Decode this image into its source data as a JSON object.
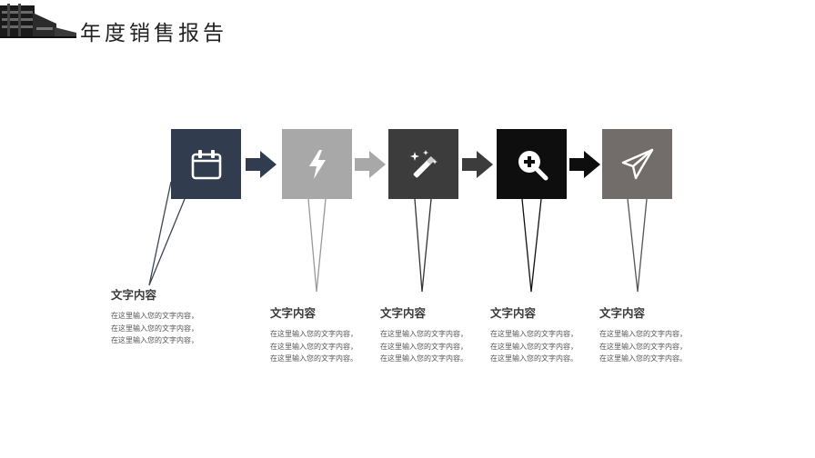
{
  "header": {
    "title": "年度销售报告"
  },
  "colors": {
    "step1": "#313c4f",
    "step2": "#a8a8a8",
    "step3": "#3c3c3c",
    "step4": "#0e0e0e",
    "step5": "#726d6b"
  },
  "steps": [
    {
      "icon": "calendar-icon",
      "title": "文字内容",
      "lines": [
        "在这里输入您的文字内容，",
        "在这里输入您的文字内容，",
        "在这里输入您的文字内容，"
      ]
    },
    {
      "icon": "lightning-icon",
      "title": "文字内容",
      "lines": [
        "在这里输入您的文字内容，",
        "在这里输入您的文字内容，",
        "在这里输入您的文字内容。"
      ]
    },
    {
      "icon": "magic-wand-icon",
      "title": "文字内容",
      "lines": [
        "在这里输入您的文字内容，",
        "在这里输入您的文字内容，",
        "在这里输入您的文字内容。"
      ]
    },
    {
      "icon": "zoom-in-icon",
      "title": "文字内容",
      "lines": [
        "在这里输入您的文字内容，",
        "在这里输入您的文字内容，",
        "在这里输入您的文字内容。"
      ]
    },
    {
      "icon": "send-icon",
      "title": "文字内容",
      "lines": [
        "在这里输入您的文字内容，",
        "在这里输入您的文字内容，",
        "在这里输入您的文字内容。"
      ]
    }
  ]
}
